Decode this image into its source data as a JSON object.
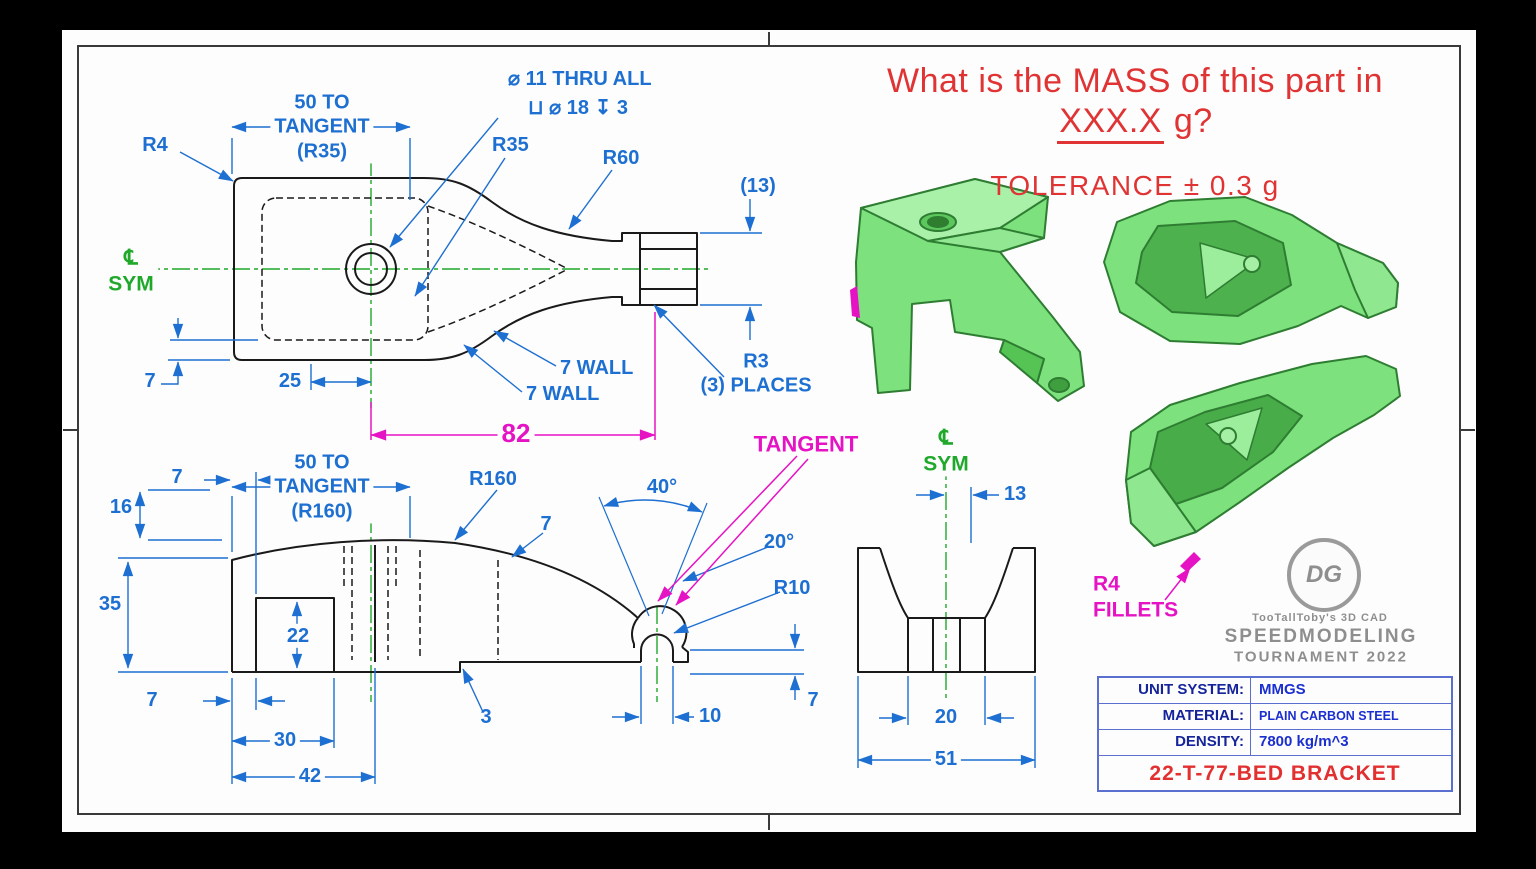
{
  "question": {
    "line1": "What is the MASS of this part in",
    "answer_placeholder": "XXX.X",
    "answer_suffix": " g?",
    "tolerance": "TOLERANCE ± 0.3 g"
  },
  "top_view": {
    "hole_note_line1": "⌀ 11 THRU ALL",
    "hole_note_line2": "⊔ ⌀ 18  ↧ 3",
    "width_to_tangent": "50 TO\nTANGENT\n(R35)",
    "r4": "R4",
    "r35": "R35",
    "r60": "R60",
    "ref_13": "(13)",
    "cl_sym": "℄\nSYM",
    "d7": "7",
    "d25": "25",
    "wall_a": "7 WALL",
    "wall_b": "7 WALL",
    "r3_places": "R3\n(3) PLACES",
    "d82": "82"
  },
  "front_view": {
    "width_to_tangent": "50 TO\nTANGENT\n(R160)",
    "d7_top": "7",
    "d16": "16",
    "r160": "R160",
    "d7_wall": "7",
    "a40": "40°",
    "a20": "20°",
    "r10": "R10",
    "tangent": "TANGENT",
    "d35": "35",
    "d22": "22",
    "d7_left": "7",
    "d30": "30",
    "d42": "42",
    "d3": "3",
    "d10": "10",
    "d7_right": "7"
  },
  "side_view": {
    "cl_sym": "℄\nSYM",
    "d13": "13",
    "d20": "20",
    "d51": "51"
  },
  "annotations": {
    "r4_fillets": "R4\nFILLETS"
  },
  "logo": {
    "monogram": "DG",
    "brand": "TooTallToby's 3D CAD",
    "event": "SPEEDMODELING",
    "year_line": "TOURNAMENT 2022"
  },
  "title_block": {
    "rows": [
      {
        "label": "UNIT SYSTEM:",
        "value": "MMGS"
      },
      {
        "label": "MATERIAL:",
        "value": "PLAIN CARBON STEEL"
      },
      {
        "label": "DENSITY:",
        "value": "7800 kg/m^3"
      }
    ],
    "part_number": "22-T-77-BED BRACKET"
  },
  "colors": {
    "dimension_blue": "#1d6fd1",
    "centerline_green": "#1fa82a",
    "highlight_magenta": "#e613c4",
    "accent_red": "#e03434",
    "model_green": "#7de17d"
  }
}
